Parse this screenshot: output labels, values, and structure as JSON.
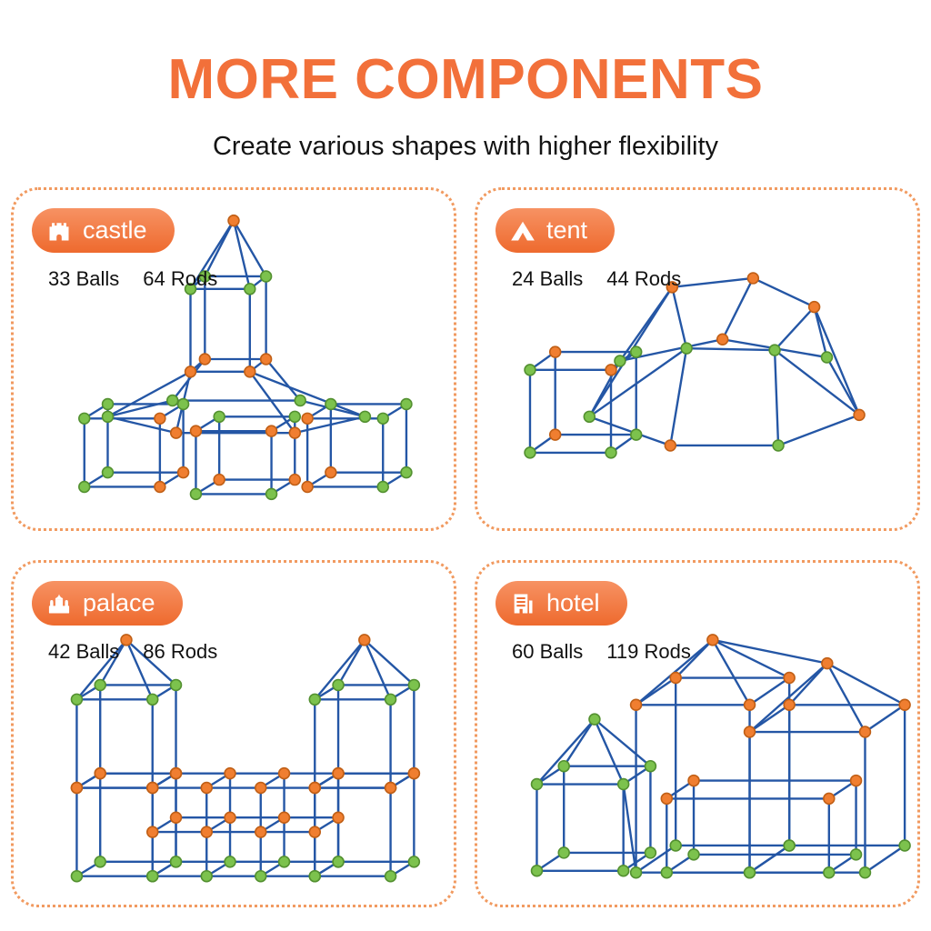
{
  "header": {
    "title": "MORE COMPONENTS",
    "subtitle": "Create various shapes with higher flexibility"
  },
  "panels": [
    {
      "label": "castle",
      "icon": "castle-icon",
      "balls": "33 Balls",
      "rods": "64 Rods"
    },
    {
      "label": "tent",
      "icon": "tent-icon",
      "balls": "24 Balls",
      "rods": "44 Rods"
    },
    {
      "label": "palace",
      "icon": "palace-icon",
      "balls": "42 Balls",
      "rods": "86 Rods"
    },
    {
      "label": "hotel",
      "icon": "hotel-icon",
      "balls": "60 Balls",
      "rods": "119 Rods"
    }
  ],
  "colors": {
    "accent": "#F2703A",
    "pill_gradient_top": "#F79263",
    "pill_gradient_bottom": "#EE6A2E",
    "border_dots": "#F19A60",
    "rod_blue": "#2456A5",
    "ball_green": "#7CC24D",
    "ball_orange": "#F07E30"
  }
}
